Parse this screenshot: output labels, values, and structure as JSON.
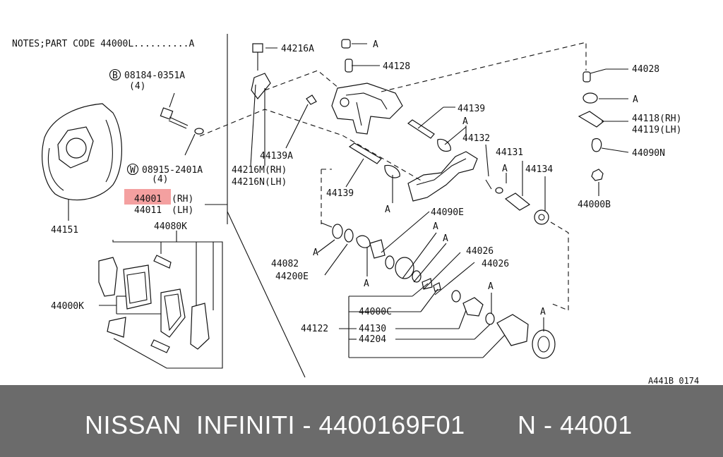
{
  "diagram": {
    "notes": "NOTES;PART CODE 44000L..........A",
    "code_ref": "A441B 0174",
    "labels": [
      "08184-0351A",
      "(4)",
      "08915-2401A",
      "(4)",
      "44001",
      "(RH)",
      "44011",
      "(LH)",
      "44151",
      "44080K",
      "44000K",
      "44216A",
      "A",
      "44128",
      "44028",
      "A",
      "44118(RH)",
      "44119(LH)",
      "44090N",
      "44000B",
      "44139",
      "A",
      "44132",
      "44131",
      "A",
      "44134",
      "44139A",
      "44216M(RH)",
      "44216N(LH)",
      "44139",
      "A",
      "44090E",
      "A",
      "A",
      "44026",
      "44026",
      "44082",
      "A",
      "44200E",
      "A",
      "44000C",
      "44122",
      "44130",
      "44204",
      "A",
      "A"
    ],
    "circled_prefixes": [
      "B",
      "W"
    ],
    "highlight_color": "#f08080"
  },
  "footer": {
    "brand_text": "NISSAN  INFINITI - 4400169F01",
    "part_text": "N - 44001",
    "background": "#6b6b6b"
  }
}
